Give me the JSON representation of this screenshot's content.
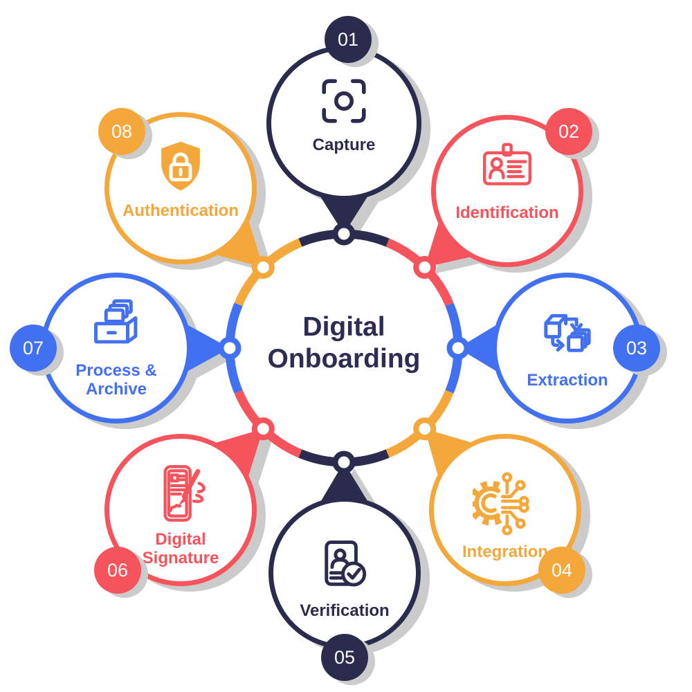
{
  "center": {
    "title": "Digital\nOnboarding"
  },
  "steps": [
    {
      "number": "01",
      "label": "Capture",
      "color_key": "navy",
      "icon": "capture-icon"
    },
    {
      "number": "02",
      "label": "Identification",
      "color_key": "red",
      "icon": "id-card-icon"
    },
    {
      "number": "03",
      "label": "Extraction",
      "color_key": "blue",
      "icon": "data-extraction-icon"
    },
    {
      "number": "04",
      "label": "Integration",
      "color_key": "orange",
      "icon": "integration-circuit-icon"
    },
    {
      "number": "05",
      "label": "Verification",
      "color_key": "navy",
      "icon": "verified-id-icon"
    },
    {
      "number": "06",
      "label": "Digital\nSignature",
      "color_key": "red",
      "icon": "digital-signature-icon"
    },
    {
      "number": "07",
      "label": "Process &\nArchive",
      "color_key": "blue",
      "icon": "archive-box-icon"
    },
    {
      "number": "08",
      "label": "Authentication",
      "color_key": "orange",
      "icon": "shield-lock-icon"
    }
  ],
  "colors": {
    "navy": "#2B2B4D",
    "red": "#F6545C",
    "blue": "#4170F0",
    "orange": "#F4A73A",
    "shadow": "#CBCBCB",
    "background": "#FFFFFF",
    "title_text": "#2D2C52"
  }
}
